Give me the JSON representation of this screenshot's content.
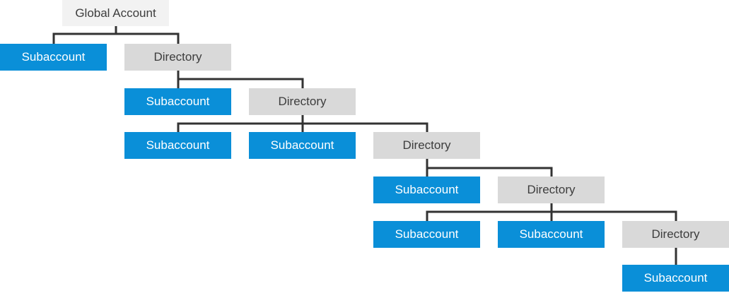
{
  "colors": {
    "subaccount": "#0a8fd8",
    "directory": "#d9d9d9",
    "global_account": "#f2f2f2",
    "connector": "#333333"
  },
  "nodes": {
    "global": {
      "label": "Global Account",
      "kind": "root"
    },
    "sub_1": {
      "label": "Subaccount",
      "kind": "subaccount",
      "parent": "global"
    },
    "dir_1": {
      "label": "Directory",
      "kind": "directory",
      "parent": "global"
    },
    "sub_2": {
      "label": "Subaccount",
      "kind": "subaccount",
      "parent": "dir_1"
    },
    "dir_2": {
      "label": "Directory",
      "kind": "directory",
      "parent": "dir_1"
    },
    "sub_3": {
      "label": "Subaccount",
      "kind": "subaccount",
      "parent": "dir_2"
    },
    "sub_4": {
      "label": "Subaccount",
      "kind": "subaccount",
      "parent": "dir_2"
    },
    "dir_3": {
      "label": "Directory",
      "kind": "directory",
      "parent": "dir_2"
    },
    "sub_5": {
      "label": "Subaccount",
      "kind": "subaccount",
      "parent": "dir_3"
    },
    "dir_4": {
      "label": "Directory",
      "kind": "directory",
      "parent": "dir_3"
    },
    "sub_6": {
      "label": "Subaccount",
      "kind": "subaccount",
      "parent": "dir_4"
    },
    "sub_7": {
      "label": "Subaccount",
      "kind": "subaccount",
      "parent": "dir_4"
    },
    "dir_5": {
      "label": "Directory",
      "kind": "directory",
      "parent": "dir_4"
    },
    "sub_8": {
      "label": "Subaccount",
      "kind": "subaccount",
      "parent": "dir_5"
    }
  }
}
